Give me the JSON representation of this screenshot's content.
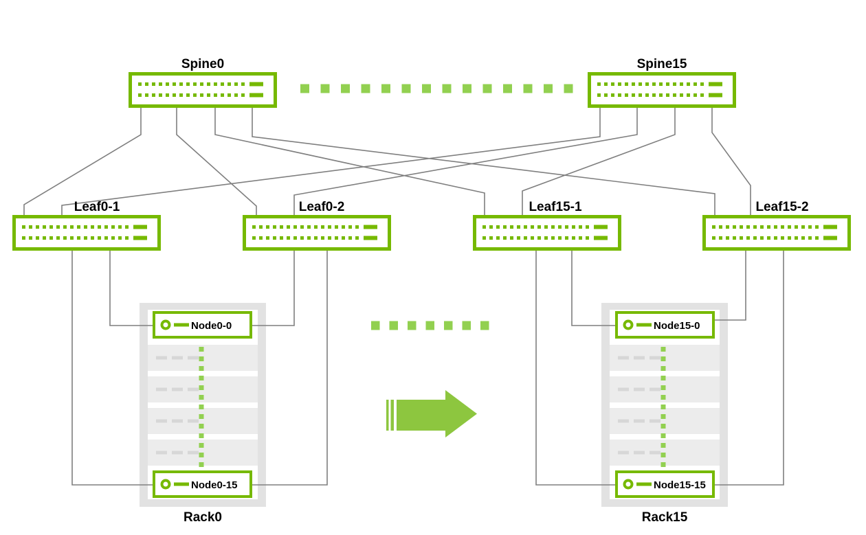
{
  "diagram": {
    "type": "network-topology",
    "description": "Spine-leaf fabric connecting server racks",
    "spines": [
      {
        "label": "Spine0"
      },
      {
        "label": "Spine15"
      }
    ],
    "leaves": [
      {
        "label": "Leaf0-1"
      },
      {
        "label": "Leaf0-2"
      },
      {
        "label": "Leaf15-1"
      },
      {
        "label": "Leaf15-2"
      }
    ],
    "racks": [
      {
        "label": "Rack0",
        "top_node": "Node0-0",
        "bottom_node": "Node0-15"
      },
      {
        "label": "Rack15",
        "top_node": "Node15-0",
        "bottom_node": "Node15-15"
      }
    ],
    "colors": {
      "switch_green": "#76b900",
      "accent_light_green": "#92d050",
      "arrow_green": "#8dc63f",
      "line_gray": "#7f7f7f",
      "rack_gray": "#e2e2e2",
      "slot_gray": "#ececec",
      "slot_dash_gray": "#d7d7d7",
      "label_color": "#000000"
    },
    "icons": {
      "switch": "switch-icon",
      "node": "server-node-icon",
      "rack": "rack-icon",
      "ellipsis": "ellipsis-dots-icon",
      "arrow": "arrow-right-icon"
    }
  }
}
